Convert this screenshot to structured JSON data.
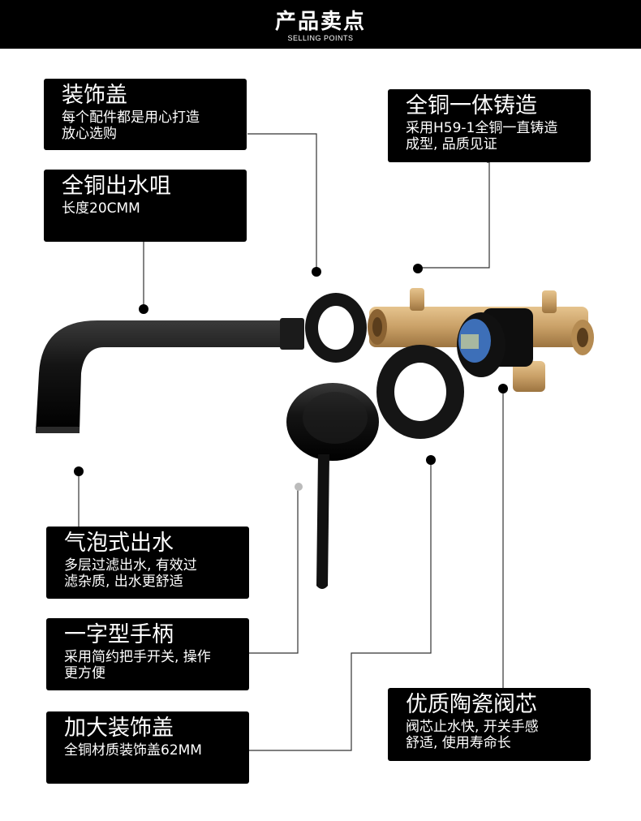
{
  "header": {
    "title": "产品卖点",
    "subtitle": "SELLING POINTS"
  },
  "callouts": {
    "cover": {
      "title": "装饰盖",
      "desc": "每个配件都是用心打造\n放心选购"
    },
    "brass_body": {
      "title": "全铜一体铸造",
      "desc": "采用H59-1全铜一直铸造\n成型, 品质见证"
    },
    "spout": {
      "title": "全铜出水咀",
      "desc": "长度20CMM"
    },
    "aerator": {
      "title": "气泡式出水",
      "desc": "多层过滤出水, 有效过\n滤杂质, 出水更舒适"
    },
    "handle": {
      "title": "一字型手柄",
      "desc": "采用简约把手开关, 操作\n更方便"
    },
    "big_cover": {
      "title": "加大装饰盖",
      "desc": "全铜材质装饰盖62MM"
    },
    "cartridge": {
      "title": "优质陶瓷阀芯",
      "desc": "阀芯止水快, 开关手感\n舒适, 使用寿命长"
    }
  },
  "colors": {
    "box": "#000000",
    "text": "#ffffff",
    "faucet": "#111111",
    "brass": "#c9a067"
  }
}
